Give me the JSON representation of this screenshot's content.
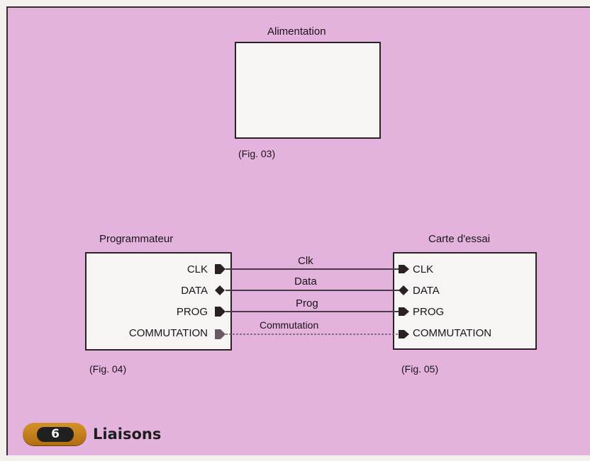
{
  "supply": {
    "title": "Alimentation",
    "caption": "(Fig. 03)"
  },
  "programmer": {
    "title": "Programmateur",
    "caption": "(Fig. 04)",
    "ports": [
      "CLK",
      "DATA",
      "PROG",
      "COMMUTATION"
    ]
  },
  "test_board": {
    "title": "Carte d'essai",
    "caption": "(Fig. 05)",
    "ports": [
      "CLK",
      "DATA",
      "PROG",
      "COMMUTATION"
    ]
  },
  "links": [
    "Clk",
    "Data",
    "Prog",
    "Commutation"
  ],
  "section": {
    "number": "6",
    "title": "Liaisons"
  },
  "colors": {
    "background": "#e3b3dd",
    "block_fill": "#f6f5f4",
    "wire": "#4a3a48",
    "badge": "#c98520"
  }
}
